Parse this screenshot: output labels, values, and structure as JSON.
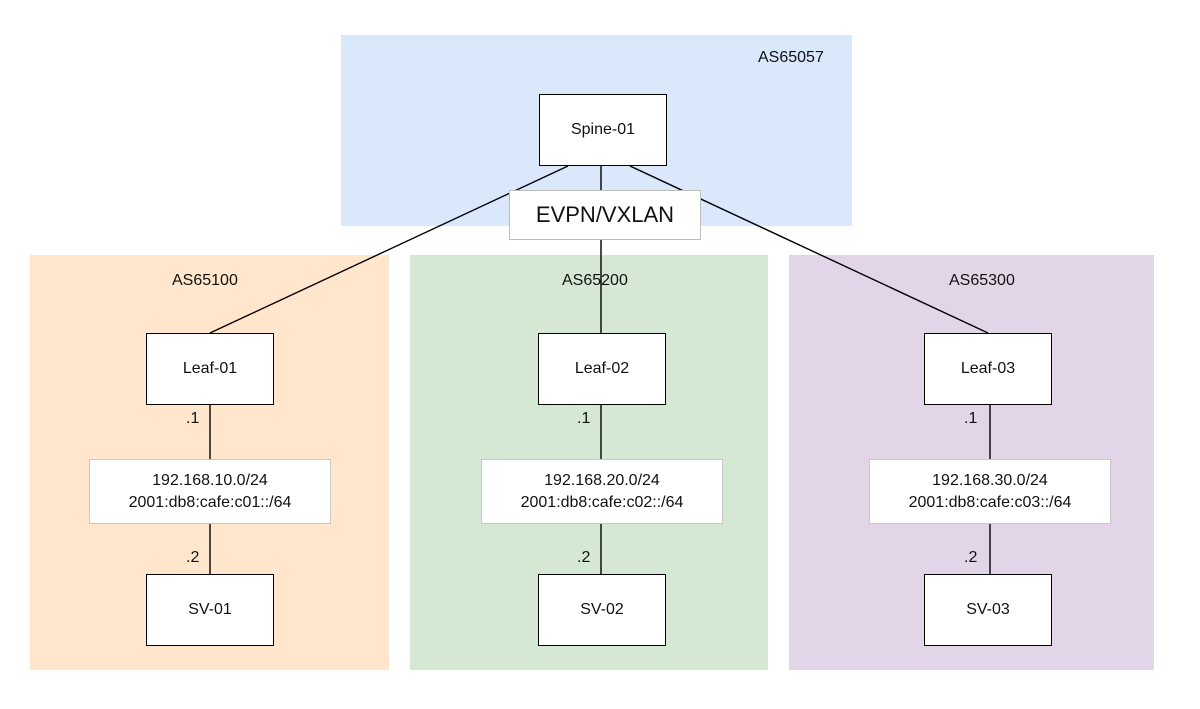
{
  "spine": {
    "as": "AS65057",
    "name": "Spine-01",
    "color": "#dae8fc"
  },
  "overlay": {
    "label": "EVPN/VXLAN"
  },
  "pods": [
    {
      "as": "AS65100",
      "color": "#ffe6cc",
      "leaf": "Leaf-01",
      "gw": ".1",
      "subnet_v4": "192.168.10.0/24",
      "subnet_v6": "2001:db8:cafe:c01::/64",
      "host_ip": ".2",
      "server": "SV-01"
    },
    {
      "as": "AS65200",
      "color": "#d5e8d4",
      "leaf": "Leaf-02",
      "gw": ".1",
      "subnet_v4": "192.168.20.0/24",
      "subnet_v6": "2001:db8:cafe:c02::/64",
      "host_ip": ".2",
      "server": "SV-02"
    },
    {
      "as": "AS65300",
      "color": "#e1d5e7",
      "leaf": "Leaf-03",
      "gw": ".1",
      "subnet_v4": "192.168.30.0/24",
      "subnet_v6": "2001:db8:cafe:c03::/64",
      "host_ip": ".2",
      "server": "SV-03"
    }
  ]
}
